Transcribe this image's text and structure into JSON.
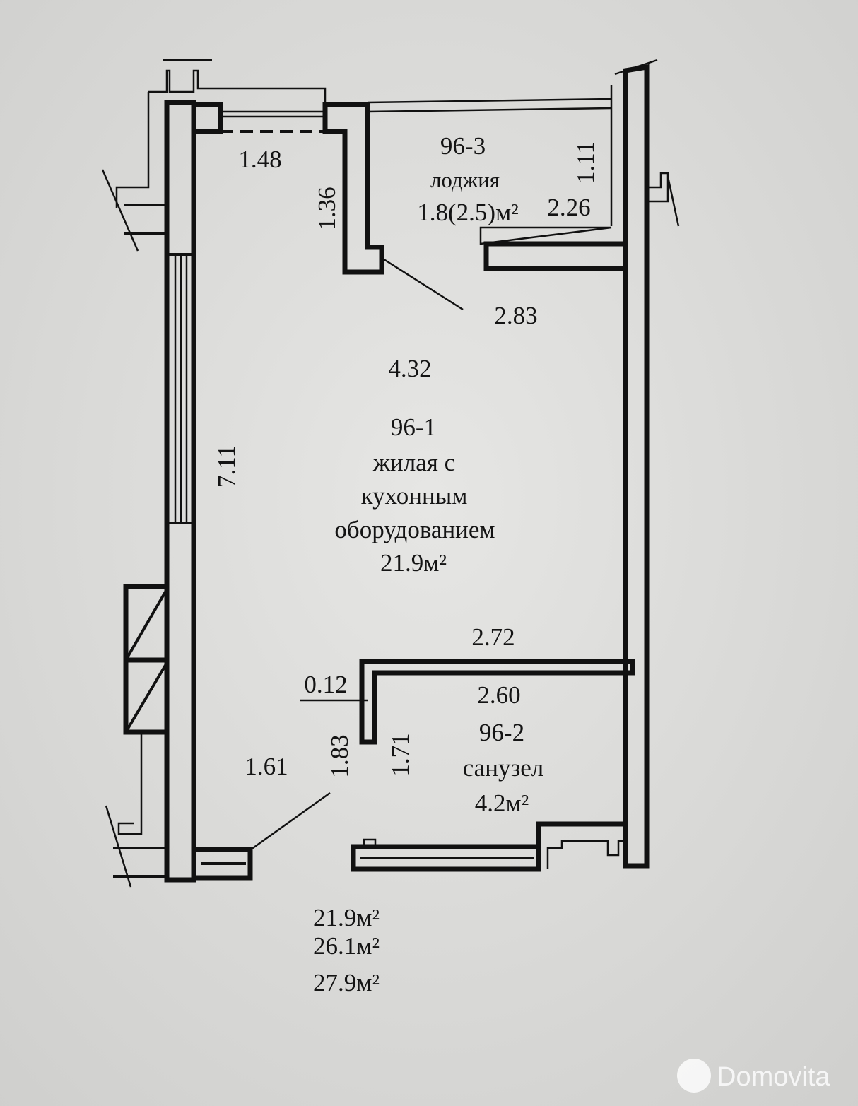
{
  "loggia": {
    "id": "96-3",
    "name": "лоджия",
    "area": "1.8(2.5)м²",
    "dim_width": "2.26",
    "dim_depth": "1.11"
  },
  "living": {
    "id": "96-1",
    "name_line1": "жилая с",
    "name_line2": "кухонным",
    "name_line3": "оборудованием",
    "area": "21.9м²",
    "dim_width": "4.32",
    "dim_length": "7.11"
  },
  "bathroom": {
    "id": "96-2",
    "name": "санузел",
    "area": "4.2м²",
    "dim_outer_width": "2.72",
    "dim_inner_width": "2.60",
    "dim_wall": "0.12",
    "dim_depth_inner": "1.71",
    "dim_depth_outer": "1.83"
  },
  "dimensions": {
    "niche_width": "1.48",
    "niche_depth": "1.36",
    "diagonal": "2.83",
    "entry": "1.61"
  },
  "totals": {
    "living_area": "21.9м²",
    "total_area": "26.1м²",
    "total_with_loggia": "27.9м²"
  },
  "watermark": {
    "brand": "Domovita"
  }
}
